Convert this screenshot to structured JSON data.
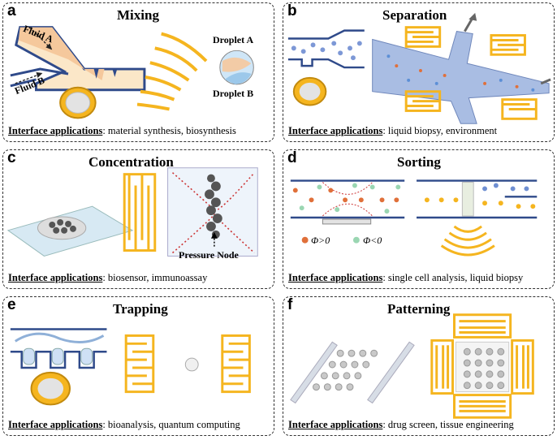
{
  "panels": [
    {
      "letter": "a",
      "title": "Mixing",
      "lead": "Interface applications",
      "apps": ": material synthesis, biosynthesis"
    },
    {
      "letter": "b",
      "title": "Separation",
      "lead": "Interface applications",
      "apps": ": liquid biopsy, environment"
    },
    {
      "letter": "c",
      "title": "Concentration",
      "lead": "Interface applications",
      "apps": ": biosensor, immunoassay"
    },
    {
      "letter": "d",
      "title": "Sorting",
      "lead": "Interface applications",
      "apps": ": single cell analysis, liquid biopsy"
    },
    {
      "letter": "e",
      "title": "Trapping",
      "lead": "Interface applications",
      "apps": ": bioanalysis, quantum computing"
    },
    {
      "letter": "f",
      "title": "Patterning",
      "lead": "Interface applications",
      "apps": ": drug screen, tissue engineering"
    }
  ],
  "labels": {
    "fluid_a": "Fluid A",
    "fluid_b": "Fluid B",
    "droplet_a": "Droplet A",
    "droplet_b": "Droplet B",
    "pressure_node": "Pressure Node",
    "phi_pos": "Φ>0",
    "phi_neg": "Φ<0"
  },
  "colors": {
    "electrode": "#f5b51f",
    "channel": "#2f4a8a",
    "channel_fill": "#a9bde3",
    "orange_particle": "#e0703a",
    "green_particle": "#9ad6b2",
    "blue_particle": "#6f8fd2",
    "border": "#333333"
  }
}
